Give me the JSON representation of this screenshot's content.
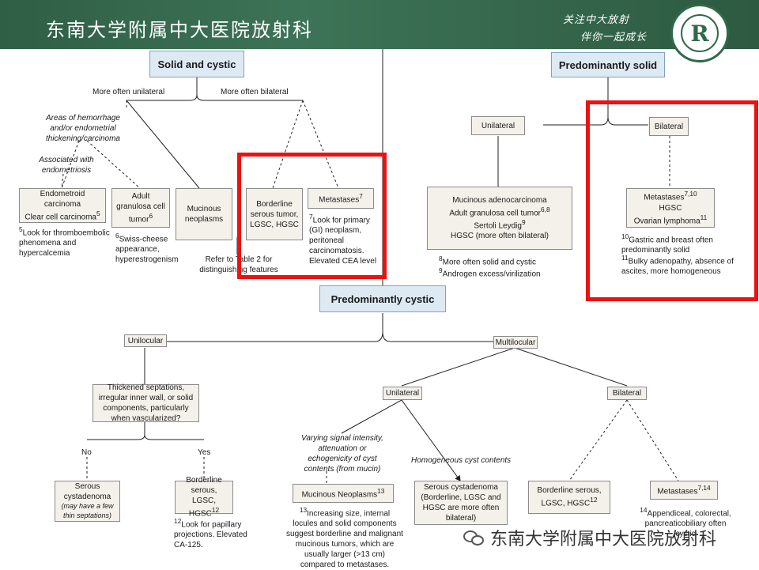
{
  "header": {
    "title": "东南大学附属中大医院放射科",
    "slogan_line1": "关注中大放射",
    "slogan_line2": "伴你一起成长",
    "logo_mark": "R"
  },
  "watermark": "东南大学附属中大医院放射科",
  "top_left": {
    "heading": "Solid and cystic",
    "branch_unilateral": "More often unilateral",
    "branch_bilateral": "More often bilateral",
    "note_hemorrhage": "Areas of hemorrhage and/or endometrial thickening/carcinoma",
    "note_endometriosis": "Associated with endometriosis",
    "box_endometrioid_1": "Endometroid carcinoma",
    "box_endometrioid_2": "Clear cell carcinoma",
    "fn5_sup": "5",
    "fn5_num": "5",
    "fn5_text": "Look for thromboembolic phenomena and hypercalcemia",
    "box_granulosa": "Adult granulosa cell tumor",
    "fn6_sup": "6",
    "fn6_num": "6",
    "fn6_text": "Swiss-cheese appearance, hyperestrogenism",
    "box_mucinous": "Mucinous neoplasms",
    "note_table2": "Refer to Table 2 for distinguishing features",
    "box_borderline": "Borderline serous tumor, LGSC, HGSC",
    "box_metastases": "Metastases",
    "fn7_sup": "7",
    "fn7_num": "7",
    "fn7_text": "Look for primary (GI) neoplasm, peritoneal carcinomatosis. Elevated CEA level"
  },
  "top_right": {
    "heading": "Predominantly solid",
    "unilateral": "Unilateral",
    "bilateral": "Bilateral",
    "box_uni_1": "Mucinous adenocarcinoma",
    "box_uni_2": "Adult granulosa cell tumor",
    "box_uni_2_sup": "6,8",
    "box_uni_3": "Sertoli Leydig",
    "box_uni_3_sup": "9",
    "box_uni_4": "HGSC (more often bilateral)",
    "fn8_num": "8",
    "fn8_text": "More often solid and cystic",
    "fn9_num": "9",
    "fn9_text": "Androgen excess/virilization",
    "box_bi_1": "Metastases",
    "box_bi_1_sup": "7,10",
    "box_bi_2": "HGSC",
    "box_bi_3": "Ovarian lymphoma",
    "box_bi_3_sup": "11",
    "fn10_num": "10",
    "fn10_text": "Gastric and breast often predominantly solid",
    "fn11_num": "11",
    "fn11_text": "Bulky adenopathy, absence of ascites, more homogeneous"
  },
  "bottom": {
    "heading": "Predominantly cystic",
    "unilocular": "Unilocular",
    "multilocular": "Multilocular",
    "box_thickened": "Thickened septations, irregular inner wall, or solid components, particularly when vascularized?",
    "no": "No",
    "yes": "Yes",
    "box_serous_1": "Serous cystadenoma",
    "box_serous_2": "(may have a few thin septations)",
    "box_borderline_1": "Borderline serous, LGSC, HGSC",
    "box_borderline_sup": "12",
    "fn12_num": "12",
    "fn12_text": "Look for papillary projections. Elevated CA-125.",
    "unilateral": "Unilateral",
    "bilateral": "Bilateral",
    "note_varying": "Varying signal intensity, attenuation or echogenicity of cyst contents (from mucin)",
    "note_homogeneous": "Homogeneous cyst contents",
    "box_mucinous": "Mucinous Neoplasms",
    "box_mucinous_sup": "13",
    "fn13_num": "13",
    "fn13_text": "Increasing size, internal locules and solid components suggest borderline and malignant mucinous tumors, which are usually larger (>13 cm) compared to metastases.",
    "box_cystadenoma_1": "Serous cystadenoma",
    "box_cystadenoma_2": "(Borderline, LGSC and HGSC are more often bilateral)",
    "box_bi_borderline": "Borderline serous, LGSC, HGSC",
    "box_bi_borderline_sup": "12",
    "box_bi_metastases": "Metastases",
    "box_bi_metastases_sup": "7,14",
    "fn14_num": "14",
    "fn14_text": "Appendiceal, colorectal, pancreaticobiliary often cystic"
  }
}
